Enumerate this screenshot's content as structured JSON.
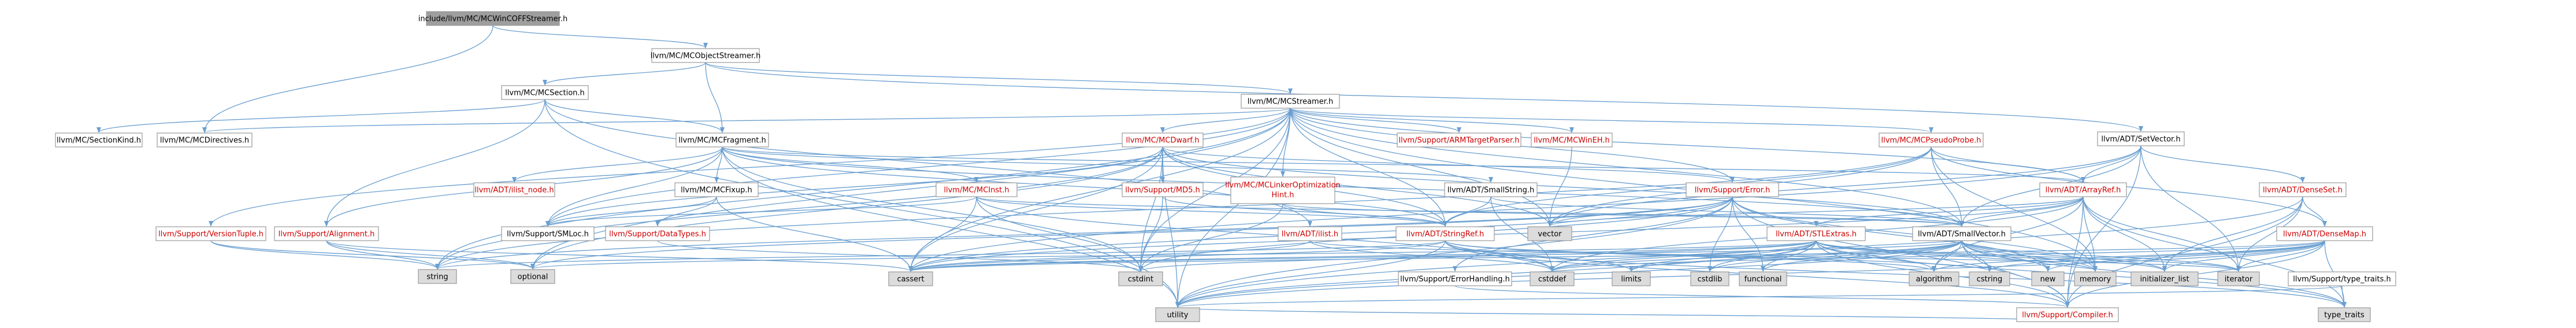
{
  "colors": {
    "edge": "#6a9fd0",
    "node_fill": "#ffffff",
    "node_fill_root": "#9e9e9e",
    "node_fill_system": "#dcdcdc",
    "text": "#000000",
    "text_red": "#cc0000"
  },
  "graph": {
    "nodes": [
      {
        "id": "root",
        "label": "include/llvm/MC/MCWinCOFFStreamer.h",
        "kind": "root"
      },
      {
        "id": "objstreamer",
        "label": "llvm/MC/MCObjectStreamer.h",
        "kind": "normal"
      },
      {
        "id": "mcsection",
        "label": "llvm/MC/MCSection.h",
        "kind": "normal"
      },
      {
        "id": "mcstreamer",
        "label": "llvm/MC/MCStreamer.h",
        "kind": "normal"
      },
      {
        "id": "setvector",
        "label": "llvm/ADT/SetVector.h",
        "kind": "normal"
      },
      {
        "id": "sectionkind",
        "label": "llvm/MC/SectionKind.h",
        "kind": "normal"
      },
      {
        "id": "mcdirectives",
        "label": "llvm/MC/MCDirectives.h",
        "kind": "normal"
      },
      {
        "id": "mcfragment",
        "label": "llvm/MC/MCFragment.h",
        "kind": "normal"
      },
      {
        "id": "mcdwarf",
        "label": "llvm/MC/MCDwarf.h",
        "kind": "red"
      },
      {
        "id": "armtarget",
        "label": "llvm/Support/ARMTargetParser.h",
        "kind": "red"
      },
      {
        "id": "mcwineh",
        "label": "llvm/MC/MCWinEH.h",
        "kind": "red"
      },
      {
        "id": "mcpseudo",
        "label": "llvm/MC/MCPseudoProbe.h",
        "kind": "red"
      },
      {
        "id": "ilistnode",
        "label": "llvm/ADT/ilist_node.h",
        "kind": "red"
      },
      {
        "id": "mcfixup",
        "label": "llvm/MC/MCFixup.h",
        "kind": "normal"
      },
      {
        "id": "mcinst",
        "label": "llvm/MC/MCInst.h",
        "kind": "red"
      },
      {
        "id": "md5",
        "label": "llvm/Support/MD5.h",
        "kind": "red"
      },
      {
        "id": "linkeropt",
        "label": "llvm/MC/MCLinkerOptimization Hint.h",
        "kind": "red"
      },
      {
        "id": "smallstring",
        "label": "llvm/ADT/SmallString.h",
        "kind": "normal"
      },
      {
        "id": "error",
        "label": "llvm/Support/Error.h",
        "kind": "red"
      },
      {
        "id": "arrayref",
        "label": "llvm/ADT/ArrayRef.h",
        "kind": "red"
      },
      {
        "id": "denseset",
        "label": "llvm/ADT/DenseSet.h",
        "kind": "red"
      },
      {
        "id": "versiontuple",
        "label": "llvm/Support/VersionTuple.h",
        "kind": "red"
      },
      {
        "id": "alignment",
        "label": "llvm/Support/Alignment.h",
        "kind": "red"
      },
      {
        "id": "smloc",
        "label": "llvm/Support/SMLoc.h",
        "kind": "normal"
      },
      {
        "id": "datatypes",
        "label": "llvm/Support/DataTypes.h",
        "kind": "red"
      },
      {
        "id": "ilist",
        "label": "llvm/ADT/ilist.h",
        "kind": "red"
      },
      {
        "id": "stringref",
        "label": "llvm/ADT/StringRef.h",
        "kind": "red"
      },
      {
        "id": "vector",
        "label": "vector",
        "kind": "system"
      },
      {
        "id": "stlextras",
        "label": "llvm/ADT/STLExtras.h",
        "kind": "red"
      },
      {
        "id": "smallvector",
        "label": "llvm/ADT/SmallVector.h",
        "kind": "normal"
      },
      {
        "id": "densemap",
        "label": "llvm/ADT/DenseMap.h",
        "kind": "red"
      },
      {
        "id": "string",
        "label": "string",
        "kind": "system"
      },
      {
        "id": "optional",
        "label": "optional",
        "kind": "system"
      },
      {
        "id": "cassert",
        "label": "cassert",
        "kind": "system"
      },
      {
        "id": "cstdint",
        "label": "cstdint",
        "kind": "system"
      },
      {
        "id": "errorhandling",
        "label": "llvm/Support/ErrorHandling.h",
        "kind": "normal"
      },
      {
        "id": "cstddef",
        "label": "cstddef",
        "kind": "system"
      },
      {
        "id": "limits",
        "label": "limits",
        "kind": "system"
      },
      {
        "id": "cstdlib",
        "label": "cstdlib",
        "kind": "system"
      },
      {
        "id": "functional",
        "label": "functional",
        "kind": "system"
      },
      {
        "id": "algorithm",
        "label": "algorithm",
        "kind": "system"
      },
      {
        "id": "cstring",
        "label": "cstring",
        "kind": "system"
      },
      {
        "id": "new",
        "label": "new",
        "kind": "system"
      },
      {
        "id": "memory",
        "label": "memory",
        "kind": "system"
      },
      {
        "id": "initlist",
        "label": "initializer_list",
        "kind": "system"
      },
      {
        "id": "iterator",
        "label": "iterator",
        "kind": "system"
      },
      {
        "id": "typetraits_h",
        "label": "llvm/Support/type_traits.h",
        "kind": "normal"
      },
      {
        "id": "utility",
        "label": "utility",
        "kind": "system"
      },
      {
        "id": "compiler",
        "label": "llvm/Support/Compiler.h",
        "kind": "red"
      },
      {
        "id": "type_traits",
        "label": "type_traits",
        "kind": "system"
      }
    ],
    "edges": [
      [
        "root",
        "objstreamer"
      ],
      [
        "root",
        "mcdirectives"
      ],
      [
        "objstreamer",
        "mcsection"
      ],
      [
        "objstreamer",
        "mcstreamer"
      ],
      [
        "objstreamer",
        "setvector"
      ],
      [
        "objstreamer",
        "mcfragment"
      ],
      [
        "mcsection",
        "sectionkind"
      ],
      [
        "mcsection",
        "mcfragment"
      ],
      [
        "mcsection",
        "alignment"
      ],
      [
        "mcsection",
        "ilist"
      ],
      [
        "mcsection",
        "utility"
      ],
      [
        "mcstreamer",
        "mcdirectives"
      ],
      [
        "mcstreamer",
        "mcdwarf"
      ],
      [
        "mcstreamer",
        "armtarget"
      ],
      [
        "mcstreamer",
        "mcwineh"
      ],
      [
        "mcstreamer",
        "mcpseudo"
      ],
      [
        "mcstreamer",
        "linkeropt"
      ],
      [
        "mcstreamer",
        "error"
      ],
      [
        "mcstreamer",
        "arrayref"
      ],
      [
        "mcstreamer",
        "stringref"
      ],
      [
        "mcstreamer",
        "smloc"
      ],
      [
        "mcstreamer",
        "versiontuple"
      ],
      [
        "mcstreamer",
        "smallvector"
      ],
      [
        "mcstreamer",
        "cassert"
      ],
      [
        "mcstreamer",
        "cstdint"
      ],
      [
        "mcstreamer",
        "memory"
      ],
      [
        "mcstreamer",
        "optional"
      ],
      [
        "mcstreamer",
        "string"
      ],
      [
        "mcstreamer",
        "utility"
      ],
      [
        "mcstreamer",
        "vector"
      ],
      [
        "setvector",
        "arrayref"
      ],
      [
        "setvector",
        "denseset"
      ],
      [
        "setvector",
        "smallvector"
      ],
      [
        "setvector",
        "compiler"
      ],
      [
        "setvector",
        "cassert"
      ],
      [
        "setvector",
        "iterator"
      ],
      [
        "setvector",
        "vector"
      ],
      [
        "mcfragment",
        "ilistnode"
      ],
      [
        "mcfragment",
        "mcfixup"
      ],
      [
        "mcfragment",
        "mcinst"
      ],
      [
        "mcfragment",
        "alignment"
      ],
      [
        "mcfragment",
        "smloc"
      ],
      [
        "mcfragment",
        "stringref"
      ],
      [
        "mcfragment",
        "smallstring"
      ],
      [
        "mcfragment",
        "smallvector"
      ],
      [
        "mcfragment",
        "arrayref"
      ],
      [
        "mcfragment",
        "cstdint"
      ],
      [
        "mcfragment",
        "utility"
      ],
      [
        "mcdwarf",
        "md5"
      ],
      [
        "mcdwarf",
        "smallvector"
      ],
      [
        "mcdwarf",
        "stringref"
      ],
      [
        "mcdwarf",
        "error"
      ],
      [
        "mcdwarf",
        "smloc"
      ],
      [
        "mcdwarf",
        "cassert"
      ],
      [
        "mcdwarf",
        "cstdint"
      ],
      [
        "mcdwarf",
        "optional"
      ],
      [
        "mcdwarf",
        "string"
      ],
      [
        "mcdwarf",
        "utility"
      ],
      [
        "mcdwarf",
        "vector"
      ],
      [
        "mcwineh",
        "vector"
      ],
      [
        "mcpseudo",
        "smallvector"
      ],
      [
        "mcpseudo",
        "arrayref"
      ],
      [
        "mcpseudo",
        "densemap"
      ],
      [
        "mcpseudo",
        "stringref"
      ],
      [
        "mcpseudo",
        "memory"
      ],
      [
        "mcpseudo",
        "string"
      ],
      [
        "mcpseudo",
        "vector"
      ],
      [
        "mcfixup",
        "smloc"
      ],
      [
        "mcfixup",
        "datatypes"
      ],
      [
        "mcfixup",
        "cassert"
      ],
      [
        "mcinst",
        "smallvector"
      ],
      [
        "mcinst",
        "smloc"
      ],
      [
        "mcinst",
        "stringref"
      ],
      [
        "mcinst",
        "cassert"
      ],
      [
        "mcinst",
        "cstddef"
      ],
      [
        "mcinst",
        "cstdint"
      ],
      [
        "md5",
        "stringref"
      ],
      [
        "md5",
        "cstdint"
      ],
      [
        "linkeropt",
        "smallvector"
      ],
      [
        "linkeropt",
        "stringref"
      ],
      [
        "linkeropt",
        "cstdint"
      ],
      [
        "smallstring",
        "smallvector"
      ],
      [
        "smallstring",
        "stringref"
      ],
      [
        "smallstring",
        "cstddef"
      ],
      [
        "error",
        "errorhandling"
      ],
      [
        "error",
        "compiler"
      ],
      [
        "error",
        "cassert"
      ],
      [
        "error",
        "cstdint"
      ],
      [
        "error",
        "cstdlib"
      ],
      [
        "error",
        "functional"
      ],
      [
        "error",
        "memory"
      ],
      [
        "error",
        "new"
      ],
      [
        "error",
        "optional"
      ],
      [
        "error",
        "string"
      ],
      [
        "error",
        "utility"
      ],
      [
        "error",
        "vector"
      ],
      [
        "arrayref",
        "smallvector"
      ],
      [
        "arrayref",
        "stlextras"
      ],
      [
        "arrayref",
        "compiler"
      ],
      [
        "arrayref",
        "algorithm"
      ],
      [
        "arrayref",
        "array"
      ],
      [
        "arrayref",
        "cassert"
      ],
      [
        "arrayref",
        "cstddef"
      ],
      [
        "arrayref",
        "initlist"
      ],
      [
        "arrayref",
        "iterator"
      ],
      [
        "arrayref",
        "memory"
      ],
      [
        "arrayref",
        "type_traits"
      ],
      [
        "arrayref",
        "vector"
      ],
      [
        "denseset",
        "densemap"
      ],
      [
        "denseset",
        "compiler"
      ],
      [
        "denseset",
        "initlist"
      ],
      [
        "denseset",
        "iterator"
      ],
      [
        "denseset",
        "type_traits_h"
      ],
      [
        "denseset",
        "utility"
      ],
      [
        "versiontuple",
        "optional"
      ],
      [
        "versiontuple",
        "string"
      ],
      [
        "alignment",
        "cassert"
      ],
      [
        "alignment",
        "optional"
      ],
      [
        "alignment",
        "string"
      ],
      [
        "datatypes",
        "cstdint"
      ],
      [
        "ilist",
        "cassert"
      ],
      [
        "ilist",
        "cstddef"
      ],
      [
        "ilist",
        "iterator"
      ],
      [
        "stringref",
        "compiler"
      ],
      [
        "stringref",
        "algorithm"
      ],
      [
        "stringref",
        "cassert"
      ],
      [
        "stringref",
        "cstddef"
      ],
      [
        "stringref",
        "cstring"
      ],
      [
        "stringref",
        "limits"
      ],
      [
        "stringref",
        "string"
      ],
      [
        "stringref",
        "type_traits"
      ],
      [
        "stringref",
        "utility"
      ],
      [
        "stlextras",
        "compiler"
      ],
      [
        "stlextras",
        "algorithm"
      ],
      [
        "stlextras",
        "cassert"
      ],
      [
        "stlextras",
        "cstddef"
      ],
      [
        "stlextras",
        "cstdint"
      ],
      [
        "stlextras",
        "cstdlib"
      ],
      [
        "stlextras",
        "functional"
      ],
      [
        "stlextras",
        "initlist"
      ],
      [
        "stlextras",
        "iterator"
      ],
      [
        "stlextras",
        "limits"
      ],
      [
        "stlextras",
        "memory"
      ],
      [
        "stlextras",
        "optional"
      ],
      [
        "stlextras",
        "type_traits"
      ],
      [
        "stlextras",
        "utility"
      ],
      [
        "smallvector",
        "compiler"
      ],
      [
        "smallvector",
        "type_traits_h"
      ],
      [
        "smallvector",
        "algorithm"
      ],
      [
        "smallvector",
        "cassert"
      ],
      [
        "smallvector",
        "cstddef"
      ],
      [
        "smallvector",
        "cstdlib"
      ],
      [
        "smallvector",
        "cstring"
      ],
      [
        "smallvector",
        "functional"
      ],
      [
        "smallvector",
        "initlist"
      ],
      [
        "smallvector",
        "iterator"
      ],
      [
        "smallvector",
        "limits"
      ],
      [
        "smallvector",
        "memory"
      ],
      [
        "smallvector",
        "new"
      ],
      [
        "smallvector",
        "type_traits"
      ],
      [
        "smallvector",
        "utility"
      ],
      [
        "densemap",
        "compiler"
      ],
      [
        "densemap",
        "type_traits_h"
      ],
      [
        "densemap",
        "algorithm"
      ],
      [
        "densemap",
        "cassert"
      ],
      [
        "densemap",
        "cstddef"
      ],
      [
        "densemap",
        "cstring"
      ],
      [
        "densemap",
        "initlist"
      ],
      [
        "densemap",
        "iterator"
      ],
      [
        "densemap",
        "new"
      ],
      [
        "densemap",
        "type_traits"
      ],
      [
        "densemap",
        "utility"
      ],
      [
        "errorhandling",
        "compiler"
      ],
      [
        "typetraits_h",
        "utility"
      ],
      [
        "typetraits_h",
        "type_traits"
      ],
      [
        "compiler",
        "utility"
      ]
    ]
  }
}
